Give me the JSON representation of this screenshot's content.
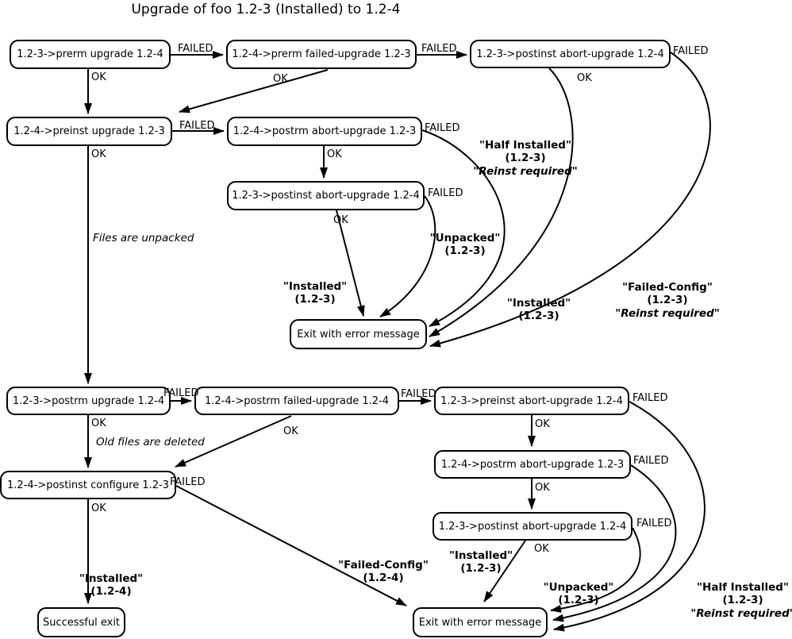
{
  "title": "Upgrade of foo 1.2-3 (Installed) to 1.2-4",
  "colors": {
    "stroke": "#000000",
    "background": "#ffffff"
  },
  "nodes": [
    {
      "id": "prerm-upgrade",
      "label": "1.2-3->prerm upgrade 1.2-4"
    },
    {
      "id": "prerm-failed-upgrade",
      "label": "1.2-4->prerm failed-upgrade 1.2-3"
    },
    {
      "id": "postinst-abort-top",
      "label": "1.2-3->postinst abort-upgrade 1.2-4"
    },
    {
      "id": "preinst-upgrade",
      "label": "1.2-4->preinst upgrade 1.2-3"
    },
    {
      "id": "postrm-abort-mid",
      "label": "1.2-4->postrm abort-upgrade 1.2-3"
    },
    {
      "id": "postinst-abort-mid",
      "label": "1.2-3->postinst abort-upgrade 1.2-4"
    },
    {
      "id": "exit-error-1",
      "label": "Exit with error message"
    },
    {
      "id": "postrm-upgrade",
      "label": "1.2-3->postrm upgrade 1.2-4"
    },
    {
      "id": "postrm-failed-upgrade",
      "label": "1.2-4->postrm failed-upgrade 1.2-4"
    },
    {
      "id": "preinst-abort",
      "label": "1.2-3->preinst abort-upgrade 1.2-4"
    },
    {
      "id": "postrm-abort-low",
      "label": "1.2-4->postrm abort-upgrade 1.2-3"
    },
    {
      "id": "postinst-configure",
      "label": "1.2-4->postinst configure 1.2-3"
    },
    {
      "id": "postinst-abort-low",
      "label": "1.2-3->postinst abort-upgrade 1.2-4"
    },
    {
      "id": "successful-exit",
      "label": "Successful exit"
    },
    {
      "id": "exit-error-2",
      "label": "Exit with error message"
    }
  ],
  "edge_labels": [
    {
      "id": "failed-1",
      "text": "FAILED"
    },
    {
      "id": "failed-2",
      "text": "FAILED"
    },
    {
      "id": "failed-3",
      "text": "FAILED"
    },
    {
      "id": "failed-4",
      "text": "FAILED"
    },
    {
      "id": "failed-5",
      "text": "FAILED"
    },
    {
      "id": "failed-6",
      "text": "FAILED"
    },
    {
      "id": "failed-7",
      "text": "FAILED"
    },
    {
      "id": "failed-8",
      "text": "FAILED"
    },
    {
      "id": "failed-9",
      "text": "FAILED"
    },
    {
      "id": "failed-10",
      "text": "FAILED"
    },
    {
      "id": "failed-11",
      "text": "FAILED"
    },
    {
      "id": "failed-12",
      "text": "FAILED"
    },
    {
      "id": "ok-1",
      "text": "OK"
    },
    {
      "id": "ok-2",
      "text": "OK"
    },
    {
      "id": "ok-3",
      "text": "OK"
    },
    {
      "id": "ok-4",
      "text": "OK"
    },
    {
      "id": "ok-5",
      "text": "OK"
    },
    {
      "id": "ok-6",
      "text": "OK"
    },
    {
      "id": "ok-7",
      "text": "OK"
    },
    {
      "id": "ok-8",
      "text": "OK"
    },
    {
      "id": "ok-9",
      "text": "OK"
    },
    {
      "id": "ok-10",
      "text": "OK"
    },
    {
      "id": "ok-11",
      "text": "OK"
    },
    {
      "id": "ok-12",
      "text": "OK"
    }
  ],
  "notes": [
    {
      "id": "files-unpacked",
      "text": "Files are unpacked"
    },
    {
      "id": "old-files-deleted",
      "text": "Old files are deleted"
    }
  ],
  "state_labels": [
    {
      "id": "half-installed-top",
      "lines": [
        "\"Half Installed\"",
        "(1.2-3)"
      ],
      "footer": "\"Reinst required\""
    },
    {
      "id": "unpacked-top",
      "lines": [
        "\"Unpacked\"",
        "(1.2-3)"
      ]
    },
    {
      "id": "installed-top-1",
      "lines": [
        "\"Installed\"",
        "(1.2-3)"
      ]
    },
    {
      "id": "installed-top-2",
      "lines": [
        "\"Installed\"",
        "(1.2-3)"
      ]
    },
    {
      "id": "failed-config-top",
      "lines": [
        "\"Failed-Config\"",
        "(1.2-3)"
      ],
      "footer": "\"Reinst required\""
    },
    {
      "id": "installed-bottom-left",
      "lines": [
        "\"Installed\"",
        "(1.2-4)"
      ]
    },
    {
      "id": "failed-config-bottom",
      "lines": [
        "\"Failed-Config\"",
        "(1.2-4)"
      ]
    },
    {
      "id": "installed-bottom",
      "lines": [
        "\"Installed\"",
        "(1.2-3)"
      ]
    },
    {
      "id": "unpacked-bottom",
      "lines": [
        "\"Unpacked\"",
        "(1.2-3)"
      ]
    },
    {
      "id": "half-installed-bottom",
      "lines": [
        "\"Half Installed\"",
        "(1.2-3)"
      ],
      "footer": "\"Reinst required\""
    }
  ]
}
